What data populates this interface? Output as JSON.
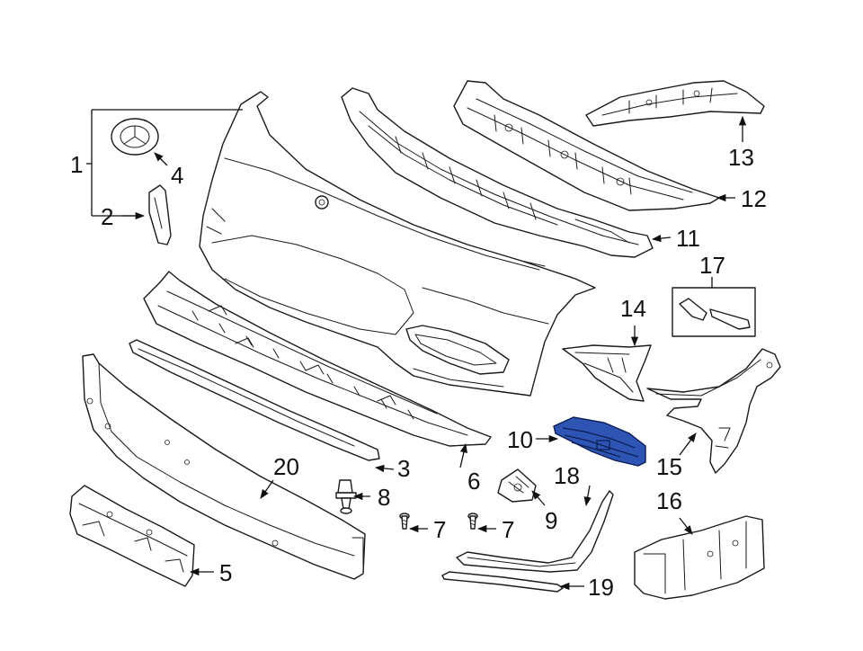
{
  "diagram": {
    "highlight_color": "#2f55b4",
    "line_color": "#1a1a1a",
    "callouts": [
      {
        "id": "c1",
        "label": "1"
      },
      {
        "id": "c2",
        "label": "2"
      },
      {
        "id": "c3",
        "label": "3"
      },
      {
        "id": "c4",
        "label": "4"
      },
      {
        "id": "c5",
        "label": "5"
      },
      {
        "id": "c6",
        "label": "6"
      },
      {
        "id": "c7a",
        "label": "7"
      },
      {
        "id": "c7b",
        "label": "7"
      },
      {
        "id": "c8",
        "label": "8"
      },
      {
        "id": "c9",
        "label": "9"
      },
      {
        "id": "c10",
        "label": "10"
      },
      {
        "id": "c11",
        "label": "11"
      },
      {
        "id": "c12",
        "label": "12"
      },
      {
        "id": "c13",
        "label": "13"
      },
      {
        "id": "c14",
        "label": "14"
      },
      {
        "id": "c15",
        "label": "15"
      },
      {
        "id": "c16",
        "label": "16"
      },
      {
        "id": "c17",
        "label": "17"
      },
      {
        "id": "c18",
        "label": "18"
      },
      {
        "id": "c19",
        "label": "19"
      },
      {
        "id": "c20",
        "label": "20"
      }
    ]
  }
}
